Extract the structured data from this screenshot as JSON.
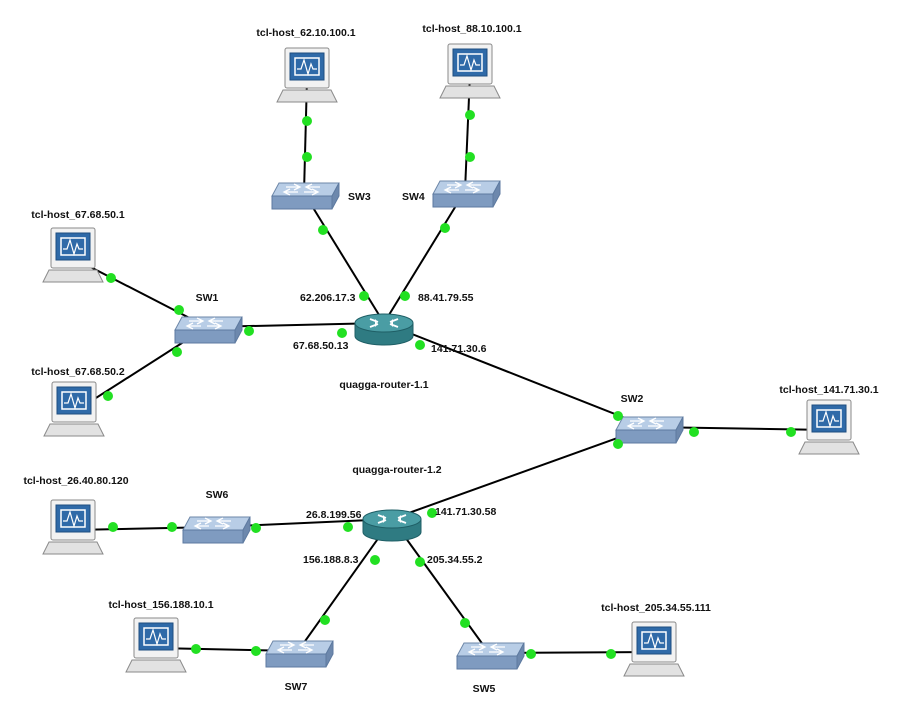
{
  "colors": {
    "background": "#ffffff",
    "link": "#000000",
    "port": "#22e022",
    "router": "#3f8f96",
    "switch": "#8ea8c8",
    "monitor_screen": "#2f6aa8"
  },
  "nodes": {
    "host_62": {
      "label": "tcl-host_62.10.100.1",
      "kind": "host",
      "icon": "host-computer-icon"
    },
    "host_88": {
      "label": "tcl-host_88.10.100.1",
      "kind": "host",
      "icon": "host-computer-icon"
    },
    "sw3": {
      "label": "SW3",
      "kind": "switch",
      "icon": "switch-icon"
    },
    "sw4": {
      "label": "SW4",
      "kind": "switch",
      "icon": "switch-icon"
    },
    "host_67_1": {
      "label": "tcl-host_67.68.50.1",
      "kind": "host",
      "icon": "host-computer-icon"
    },
    "host_67_2": {
      "label": "tcl-host_67.68.50.2",
      "kind": "host",
      "icon": "host-computer-icon"
    },
    "sw1": {
      "label": "SW1",
      "kind": "switch",
      "icon": "switch-icon"
    },
    "r1": {
      "label": "quagga-router-1.1",
      "kind": "router",
      "icon": "router-icon"
    },
    "sw2": {
      "label": "SW2",
      "kind": "switch",
      "icon": "switch-icon"
    },
    "host_141": {
      "label": "tcl-host_141.71.30.1",
      "kind": "host",
      "icon": "host-computer-icon"
    },
    "r2": {
      "label": "quagga-router-1.2",
      "kind": "router",
      "icon": "router-icon"
    },
    "host_26": {
      "label": "tcl-host_26.40.80.120",
      "kind": "host",
      "icon": "host-computer-icon"
    },
    "sw6": {
      "label": "SW6",
      "kind": "switch",
      "icon": "switch-icon"
    },
    "host_156": {
      "label": "tcl-host_156.188.10.1",
      "kind": "host",
      "icon": "host-computer-icon"
    },
    "sw7": {
      "label": "SW7",
      "kind": "switch",
      "icon": "switch-icon"
    },
    "sw5": {
      "label": "SW5",
      "kind": "switch",
      "icon": "switch-icon"
    },
    "host_205": {
      "label": "tcl-host_205.34.55.111",
      "kind": "host",
      "icon": "host-computer-icon"
    }
  },
  "links": [
    {
      "from": "host_62",
      "to": "sw3"
    },
    {
      "from": "host_88",
      "to": "sw4"
    },
    {
      "from": "sw3",
      "to": "r1"
    },
    {
      "from": "sw4",
      "to": "r1"
    },
    {
      "from": "host_67_1",
      "to": "sw1"
    },
    {
      "from": "host_67_2",
      "to": "sw1"
    },
    {
      "from": "sw1",
      "to": "r1"
    },
    {
      "from": "r1",
      "to": "sw2"
    },
    {
      "from": "sw2",
      "to": "host_141"
    },
    {
      "from": "sw2",
      "to": "r2"
    },
    {
      "from": "host_26",
      "to": "sw6"
    },
    {
      "from": "sw6",
      "to": "r2"
    },
    {
      "from": "r2",
      "to": "sw7"
    },
    {
      "from": "sw7",
      "to": "host_156"
    },
    {
      "from": "r2",
      "to": "sw5"
    },
    {
      "from": "sw5",
      "to": "host_205"
    }
  ],
  "interfaces": {
    "r1_sw3": "62.206.17.3",
    "r1_sw4": "88.41.79.55",
    "r1_sw1": "67.68.50.13",
    "r1_sw2": "141.71.30.6",
    "r2_sw6": "26.8.199.56",
    "r2_sw2": "141.71.30.58",
    "r2_sw7": "156.188.8.3",
    "r2_sw5": "205.34.55.2"
  }
}
